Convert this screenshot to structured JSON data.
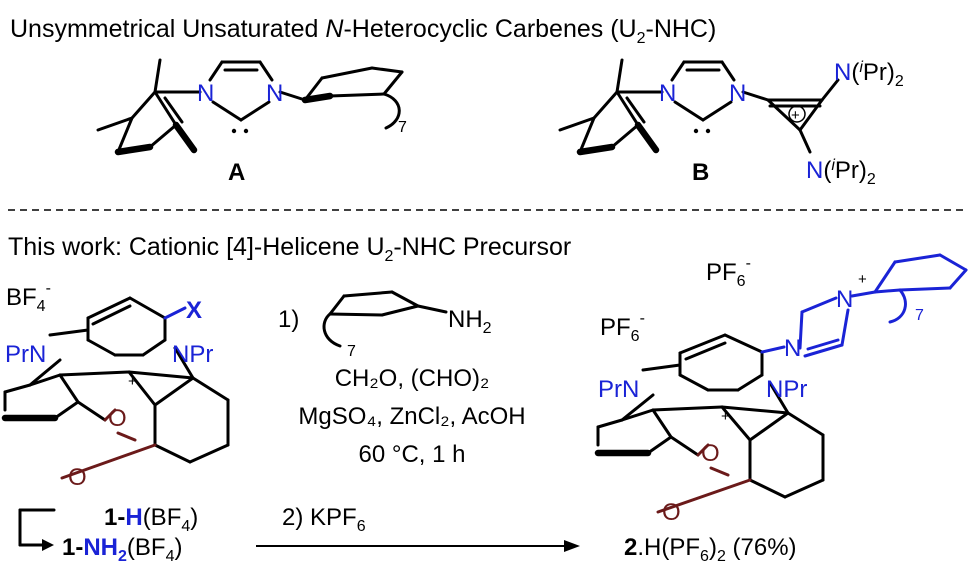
{
  "header": {
    "title_prefix": "Unsymmetrical Unsaturated ",
    "title_italic": "N",
    "title_middle": "-Heterocyclic Carbenes (U",
    "title_sub": "2",
    "title_suffix": "-NHC)"
  },
  "compound_a": {
    "label": "A",
    "atom_n1": "N",
    "atom_n2": "N",
    "ring_count": "7"
  },
  "compound_b": {
    "label": "B",
    "atom_n1": "N",
    "atom_n2": "N",
    "amine_top_n": "N",
    "amine_top_open": "(",
    "amine_top_i": "i",
    "amine_top_close": "Pr)",
    "amine_top_sub": "2",
    "amine_bottom_n": "N",
    "amine_bottom_open": "(",
    "amine_bottom_i": "i",
    "amine_bottom_close": "Pr)",
    "amine_bottom_sub": "2",
    "charge": "+"
  },
  "this_work": {
    "title_prefix": "This work: Cationic [4]-Helicene U",
    "title_sub": "2",
    "title_suffix": "-NHC Precursor"
  },
  "starting_material": {
    "counterion": "BF",
    "counterion_sub": "4",
    "counterion_sup": "-",
    "substituent": "X",
    "n_left": "PrN",
    "n_right": "NPr",
    "charge": "+",
    "oxygen_1": "O",
    "oxygen_2": "O"
  },
  "conditions": {
    "step1": "1)",
    "amine": "NH",
    "amine_sub": "2",
    "ring_count": "7",
    "reagents_1": "CH₂O, (CHO)₂",
    "reagents_2": "MgSO₄, ZnCl₂, AcOH",
    "reagents_3": "60 °C, 1 h",
    "step2": "2) KPF",
    "step2_sub": "6"
  },
  "substrates": {
    "s1_bold": "1-",
    "s1_blue": "H",
    "s1_rest": "(BF",
    "s1_sub": "4",
    "s1_close": ")",
    "s2_bold": "1-",
    "s2_blue": "NH",
    "s2_blue_sub": "2",
    "s2_rest": "(BF",
    "s2_sub": "4",
    "s2_close": ")"
  },
  "product": {
    "counterion_top": "PF",
    "counterion_top_sub": "6",
    "counterion_top_sup": "-",
    "counterion_left": "PF",
    "counterion_left_sub": "6",
    "counterion_left_sup": "-",
    "imid_n_plus": "N",
    "imid_charge": "+",
    "imid_n": "N",
    "ring_count": "7",
    "n_left": "PrN",
    "n_right": "NPr",
    "charge": "+",
    "oxygen_1": "O",
    "oxygen_2": "O",
    "label_bold": "2",
    "label_rest": ".H(PF",
    "label_sub": "6",
    "label_close": ")",
    "label_sub2": "2",
    "yield": " (76%)"
  }
}
